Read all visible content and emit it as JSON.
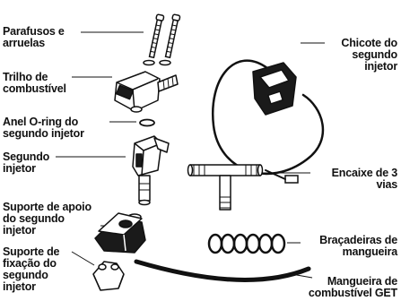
{
  "labels": {
    "screws": "Parafusos e\narruelas",
    "fuel_rail": "Trilho de\ncombustível",
    "o_ring": "Anel O-ring do\nsegundo injetor",
    "injector": "Segundo\ninjetor",
    "support_bracket": "Suporte de apoio\ndo segundo\ninjetor",
    "mount_bracket": "Suporte de\nfixação do\nsegundo\ninjetor",
    "harness": "Chicote do\nsegundo\ninjetor",
    "tee_fitting": "Encaixe de 3\nvias",
    "hose_clamps": "Braçadeiras de\nmangueira",
    "fuel_hose": "Mangueira de\ncombustível GET"
  },
  "colors": {
    "ink": "#111111",
    "part_fill": "#ffffff",
    "dark_part": "#1a1a1a"
  }
}
